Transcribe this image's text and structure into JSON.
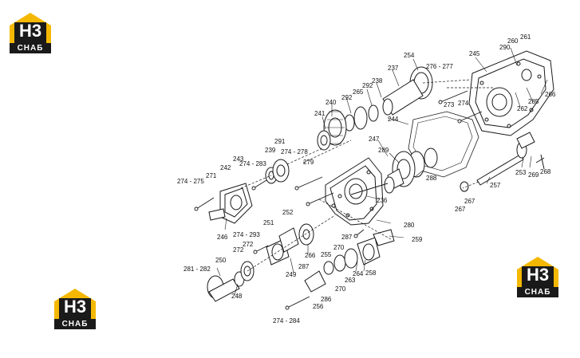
{
  "brand": {
    "mark": "H3",
    "name": "СНАБ",
    "color_yellow": "#f5b800",
    "color_dark": "#1a1a1a"
  },
  "callouts": [
    "254",
    "276 - 277",
    "245",
    "261",
    "260",
    "290",
    "237",
    "238",
    "292",
    "265",
    "292",
    "240",
    "273",
    "274",
    "262",
    "285",
    "266",
    "241",
    "244",
    "247",
    "289",
    "291",
    "274 - 278",
    "239",
    "243",
    "274 - 283",
    "279",
    "253",
    "269",
    "268",
    "242",
    "271",
    "274 - 275",
    "288",
    "236",
    "257",
    "267",
    "267",
    "246",
    "252",
    "280",
    "251",
    "274 - 293",
    "287",
    "259",
    "272",
    "272",
    "266",
    "270",
    "250",
    "249",
    "255",
    "258",
    "281 - 282",
    "264",
    "287",
    "263",
    "248",
    "270",
    "286",
    "256",
    "274 - 284"
  ]
}
